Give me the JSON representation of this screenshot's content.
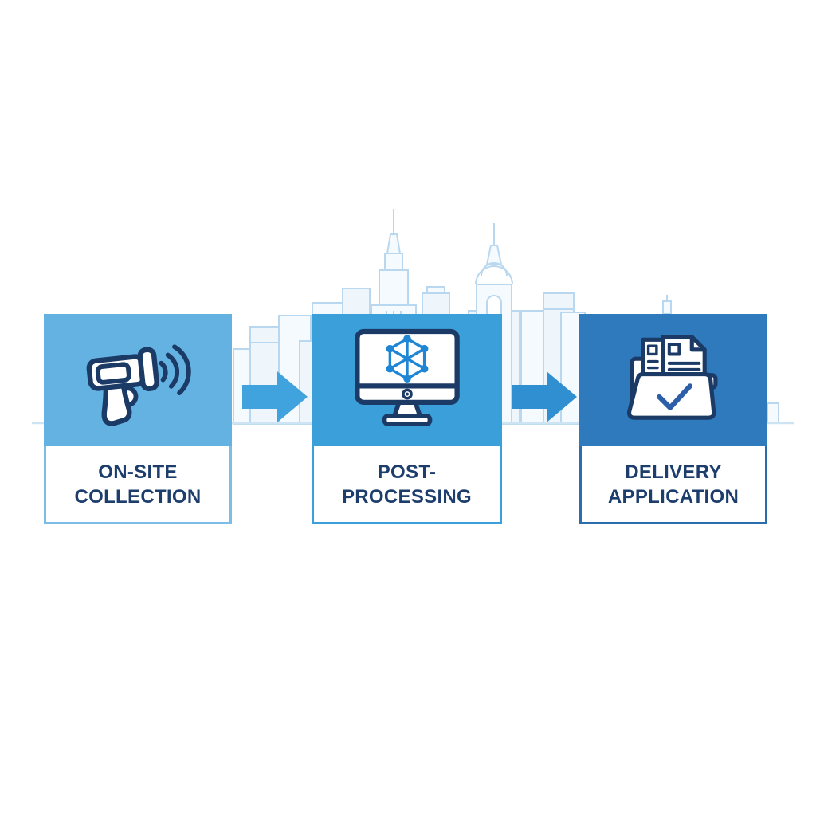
{
  "diagram": {
    "type": "process-flow",
    "background": {
      "name": "city-skyline",
      "line_color": "#b9d8ef",
      "fill_color": "#f4fafd",
      "ground_line_color": "#cde4f4"
    },
    "steps": [
      {
        "id": "on-site-collection",
        "lines": [
          "ON-SITE",
          "COLLECTION"
        ],
        "icon": "barcode-scanner-icon",
        "header_color": "#64b2e2",
        "border_color": "#7bbde6"
      },
      {
        "id": "post-processing",
        "lines": [
          "POST-PROCESSING"
        ],
        "icon": "monitor-network-icon",
        "header_color": "#3b9fd9",
        "border_color": "#3b9fd9"
      },
      {
        "id": "delivery-application",
        "lines": [
          "DELIVERY",
          "APPLICATION"
        ],
        "icon": "folder-check-icon",
        "header_color": "#2e7abc",
        "border_color": "#2b6dad"
      }
    ],
    "arrows": [
      {
        "id": "arrow-1",
        "direction": "right",
        "color": "#41a3dd"
      },
      {
        "id": "arrow-2",
        "direction": "right",
        "color": "#2f8fd0"
      }
    ],
    "label_text_color": "#1d3e6d",
    "icon_outline_color": "#1b3a66",
    "network_accent_color": "#1f86d6",
    "checkmark_color": "#2d5fa8"
  }
}
